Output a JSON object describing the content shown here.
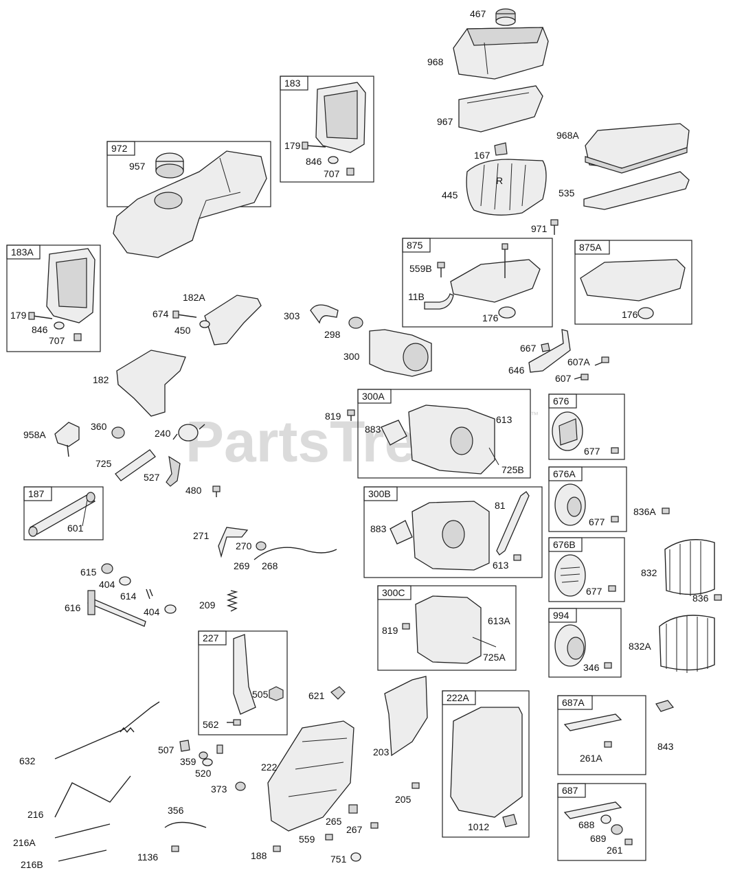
{
  "watermark": {
    "brand": "PartsTree",
    "trademark": "™"
  },
  "group_labels": {
    "g972": "972",
    "g183": "183",
    "g183A": "183A",
    "g875": "875",
    "g875A": "875A",
    "g187": "187",
    "g300A": "300A",
    "g300B": "300B",
    "g300C": "300C",
    "g676": "676",
    "g676A": "676A",
    "g676B": "676B",
    "g994": "994",
    "g227": "227",
    "g222A": "222A",
    "g687A": "687A",
    "g687": "687"
  },
  "callouts": {
    "c467": "467",
    "c968": "968",
    "c967": "967",
    "c167": "167",
    "c968A": "968A",
    "c445": "445",
    "c535": "535",
    "c971": "971",
    "c957": "957",
    "c179a": "179",
    "c846a": "846",
    "c707a": "707",
    "c179b": "179",
    "c846b": "846",
    "c707b": "707",
    "c559B": "559B",
    "c11B": "11B",
    "c176a": "176",
    "c176b": "176",
    "c182A": "182A",
    "c674": "674",
    "c450": "450",
    "c303": "303",
    "c298": "298",
    "c300": "300",
    "c667": "667",
    "c646": "646",
    "c607A": "607A",
    "c607": "607",
    "c182": "182",
    "c958A": "958A",
    "c360": "360",
    "c240": "240",
    "c725": "725",
    "c527": "527",
    "c480": "480",
    "c819a": "819",
    "c883a": "883",
    "c613a": "613",
    "c725B": "725B",
    "c677a": "677",
    "c677b": "677",
    "c677c": "677",
    "c346": "346",
    "c601": "601",
    "c271": "271",
    "c270": "270",
    "c269": "269",
    "c268": "268",
    "c883b": "883",
    "c81": "81",
    "c613b": "613",
    "c836A": "836A",
    "c832": "832",
    "c836": "836",
    "c832A": "832A",
    "c615": "615",
    "c404a": "404",
    "c614": "614",
    "c616": "616",
    "c404b": "404",
    "c209": "209",
    "c819b": "819",
    "c613A": "613A",
    "c725A": "725A",
    "c505": "505",
    "c562": "562",
    "c621": "621",
    "c203": "203",
    "c261A": "261A",
    "c843": "843",
    "c632": "632",
    "c507": "507",
    "c359": "359",
    "c520": "520",
    "c373": "373",
    "c222": "222",
    "c205": "205",
    "c216": "216",
    "c356": "356",
    "c265": "265",
    "c267": "267",
    "c559": "559",
    "c1012": "1012",
    "c688": "688",
    "c689": "689",
    "c261": "261",
    "c216A": "216A",
    "c216B": "216B",
    "c1136": "1136",
    "c188": "188",
    "c751": "751"
  }
}
